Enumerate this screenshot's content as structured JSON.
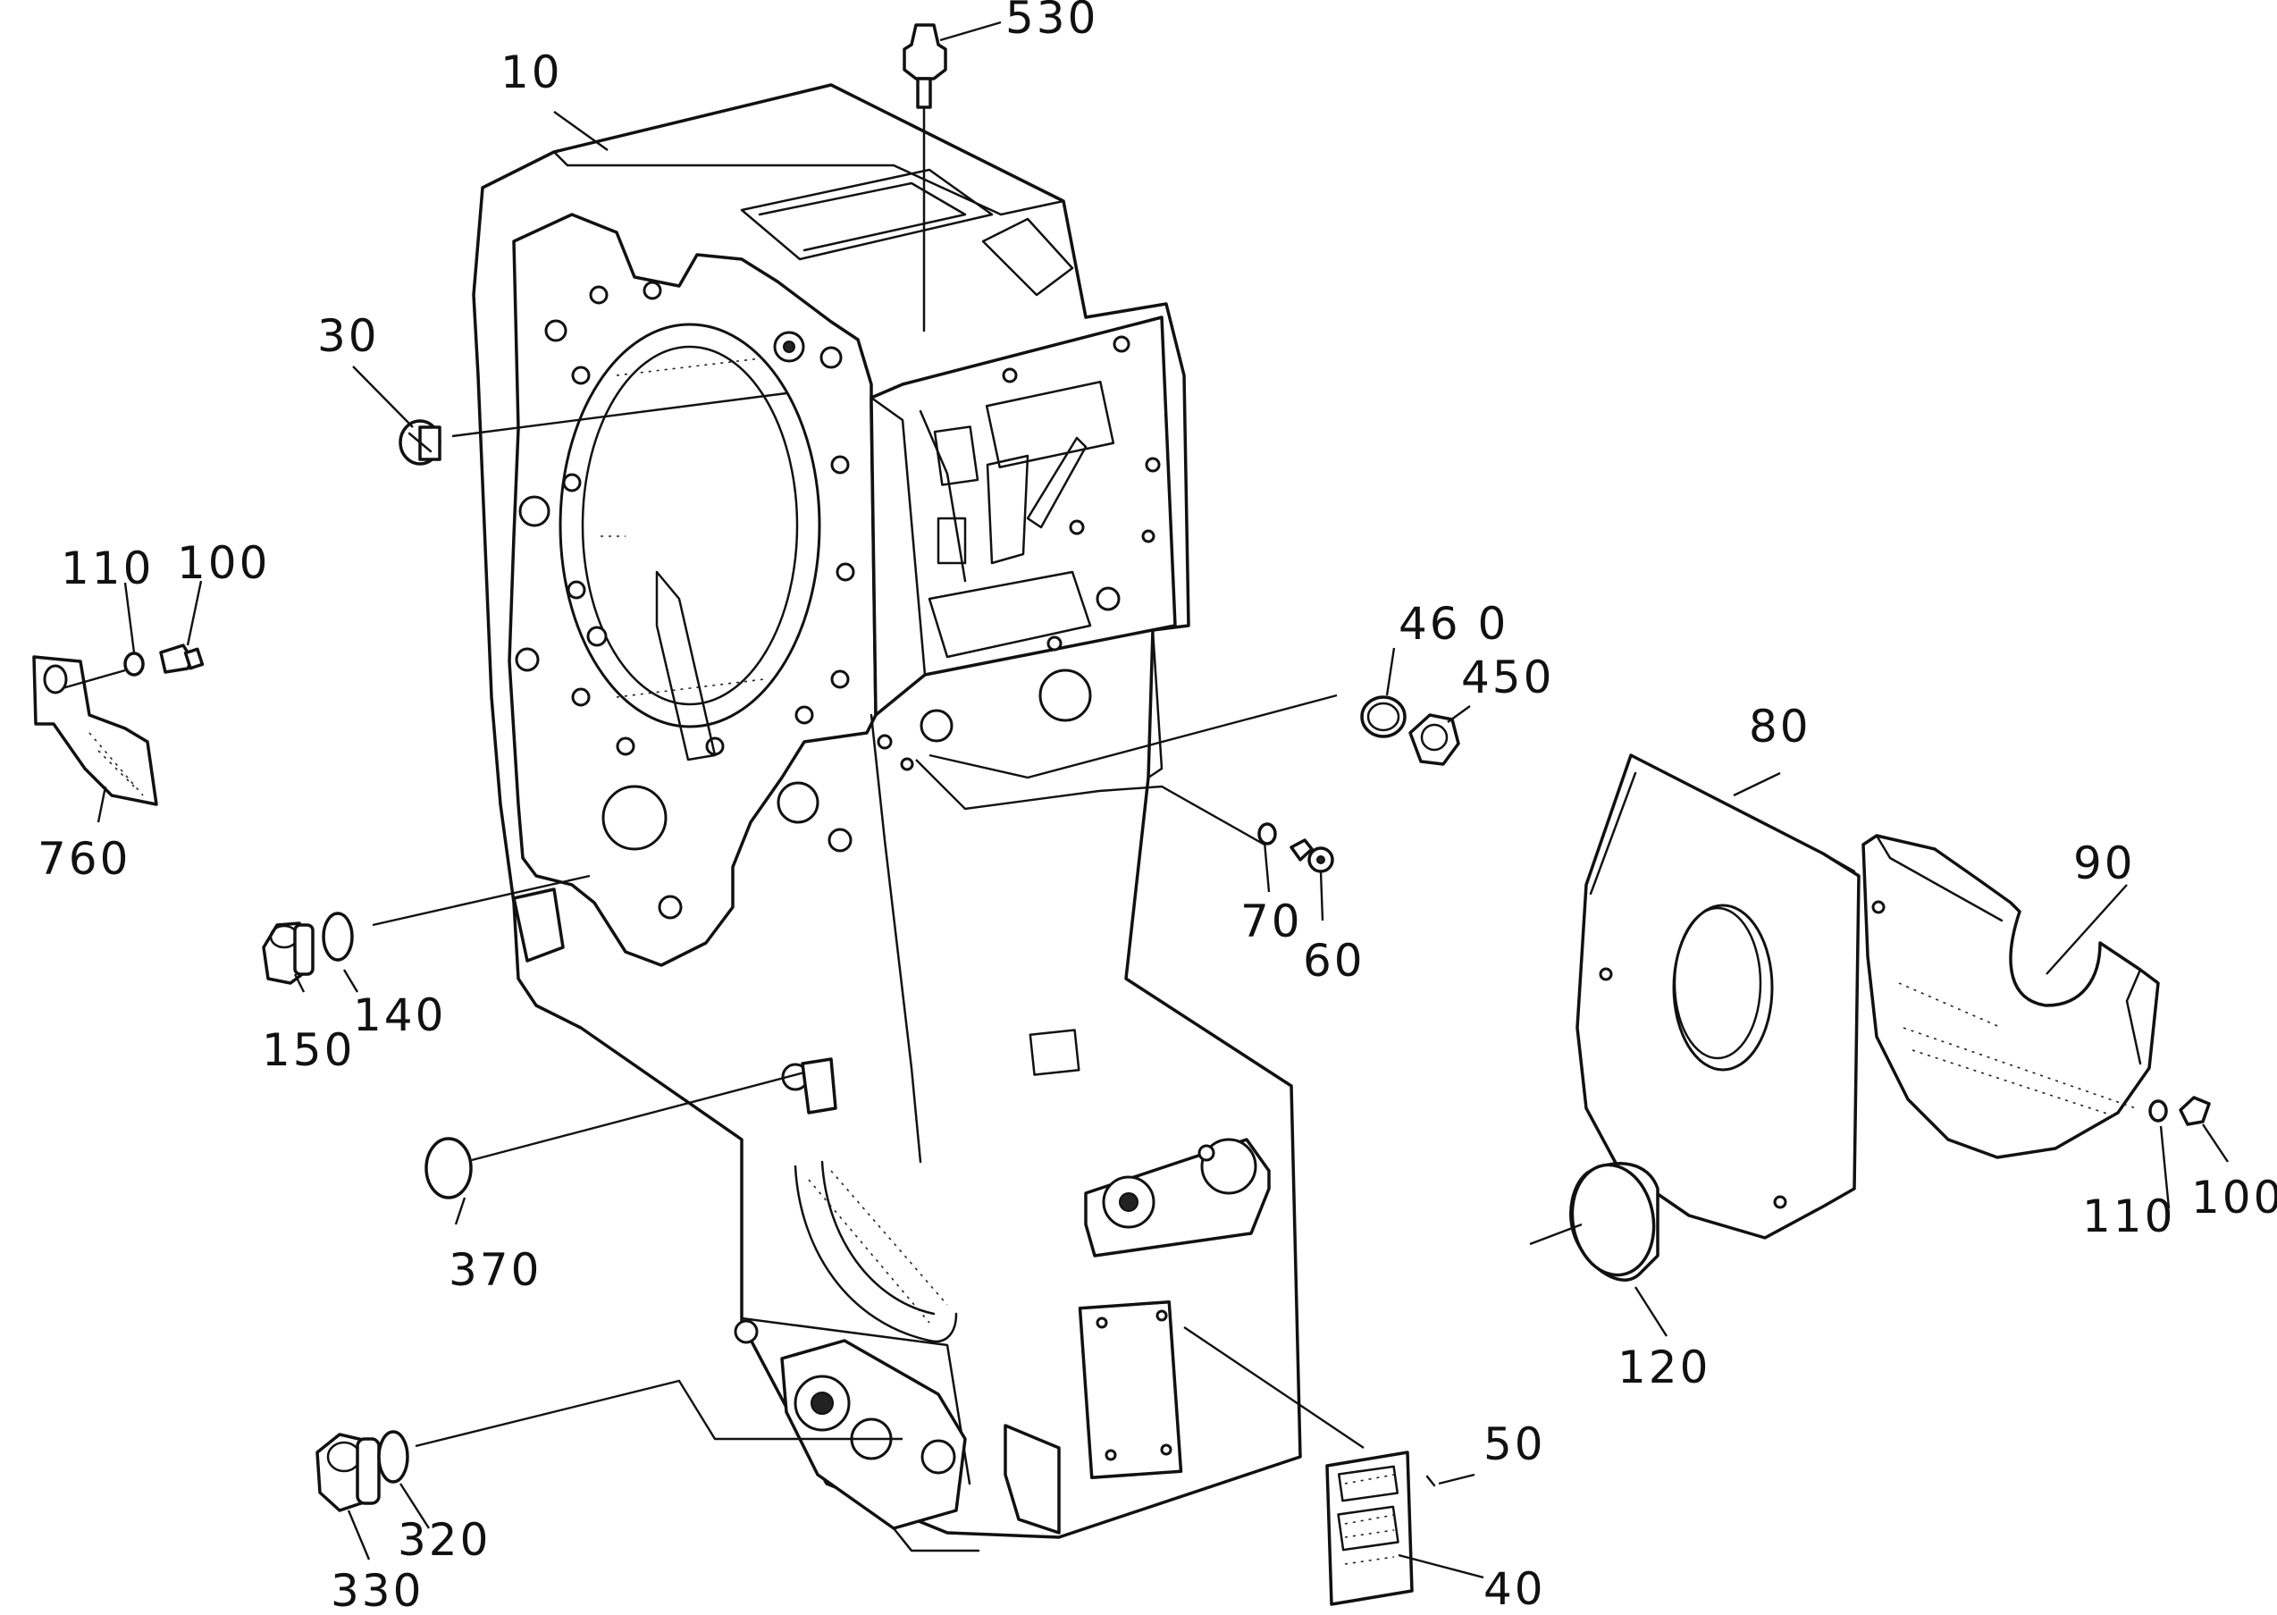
{
  "callouts": {
    "c530": "530",
    "c10": "10",
    "c30": "30",
    "c110_left": "110",
    "c100_left": "100",
    "c760": "760",
    "c460": "46 0",
    "c450": "450",
    "c80": "80",
    "c90": "90",
    "c70": "70",
    "c60": "60",
    "c150": "150",
    "c140": "140",
    "c370": "370",
    "c110_right": "110",
    "c100_right": "100",
    "c120": "120",
    "c50": "50",
    "c40": "40",
    "c330": "330",
    "c320": "320"
  }
}
